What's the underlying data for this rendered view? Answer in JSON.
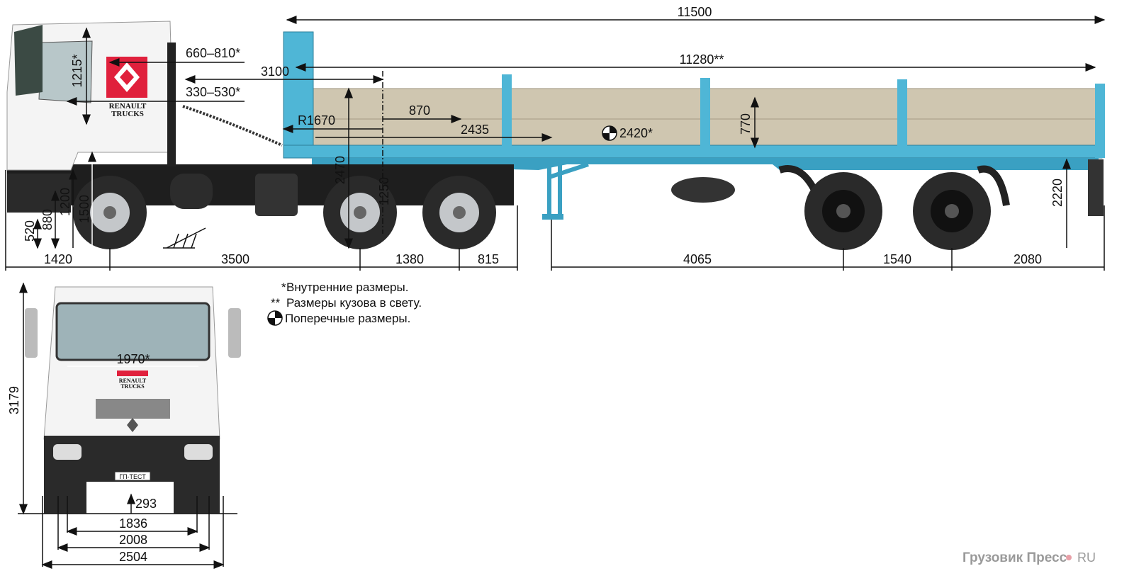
{
  "brand": {
    "logo_line1": "RENAULT",
    "logo_line2": "TRUCKS",
    "plate": "ГП-ТЕСТ"
  },
  "colors": {
    "trailer_blue": "#4fb6d6",
    "boards": "#cfc6b0",
    "logo_red": "#e0203c",
    "cab": "#f4f4f4"
  },
  "side_view": {
    "overall_length": "11500",
    "body_length": "11280**",
    "seat_adjust": "660–810*",
    "kingpin_to_cab": "3100",
    "seat_depth": "330–530*",
    "swing_radius": "R1670",
    "fifth_wheel_offset": "870",
    "rear_clearance": "2435",
    "body_width": "2420*",
    "side_height": "770",
    "cab_interior_height": "1215*",
    "height_1500": "1500",
    "height_1200": "1200",
    "height_880": "880",
    "height_520": "520",
    "height_2470": "2470",
    "height_1250": "1250",
    "deck_height": "2220",
    "front_overhang": "1420",
    "wheelbase": "3500",
    "tandem_base": "1380",
    "rear_overhang": "815",
    "trailer_base": "4065",
    "trailer_tandem": "1540",
    "trailer_overhang": "2080"
  },
  "front_view": {
    "height": "3179",
    "cab_width_inner": "1970*",
    "ground_clearance": "293",
    "track_1836": "1836",
    "track_2008": "2008",
    "overall_width": "2504"
  },
  "legend": [
    {
      "mark": "*",
      "text": "Внутренние размеры."
    },
    {
      "mark": "**",
      "text": "Размеры кузова в свету."
    },
    {
      "mark": "symbol",
      "text": "Поперечные размеры."
    }
  ],
  "watermark": {
    "name": "Грузовик Пресс",
    "domain": "RU"
  }
}
